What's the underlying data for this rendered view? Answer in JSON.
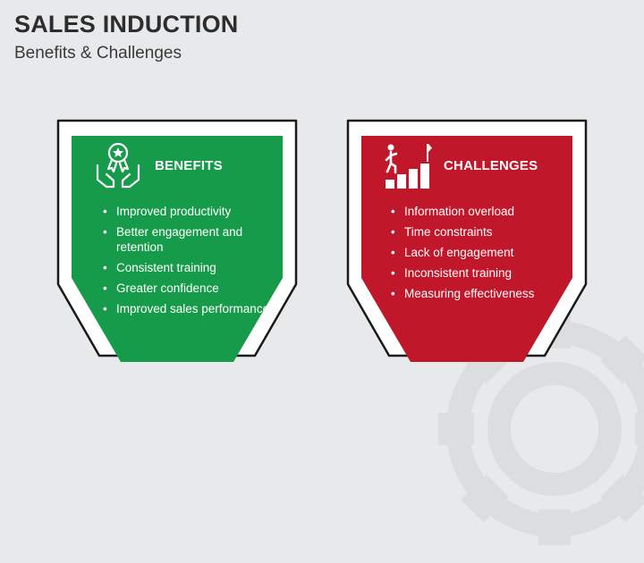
{
  "header": {
    "title": "SALES INDUCTION",
    "subtitle": "Benefits & Challenges"
  },
  "colors": {
    "benefits_fill": "#169b4b",
    "challenges_fill": "#c0172b",
    "outline": "#1a1a1a",
    "background": "#e8e9ea"
  },
  "benefits": {
    "heading": "BENEFITS",
    "icon": "hands-award-icon",
    "items": [
      "Improved productivity",
      "Better engagement and retention",
      "Consistent training",
      "Greater confidence",
      "Improved sales performance"
    ]
  },
  "challenges": {
    "heading": "CHALLENGES",
    "icon": "stairs-flag-icon",
    "items": [
      "Information overload",
      "Time constraints",
      "Lack of engagement",
      "Inconsistent training",
      "Measuring effectiveness"
    ]
  }
}
